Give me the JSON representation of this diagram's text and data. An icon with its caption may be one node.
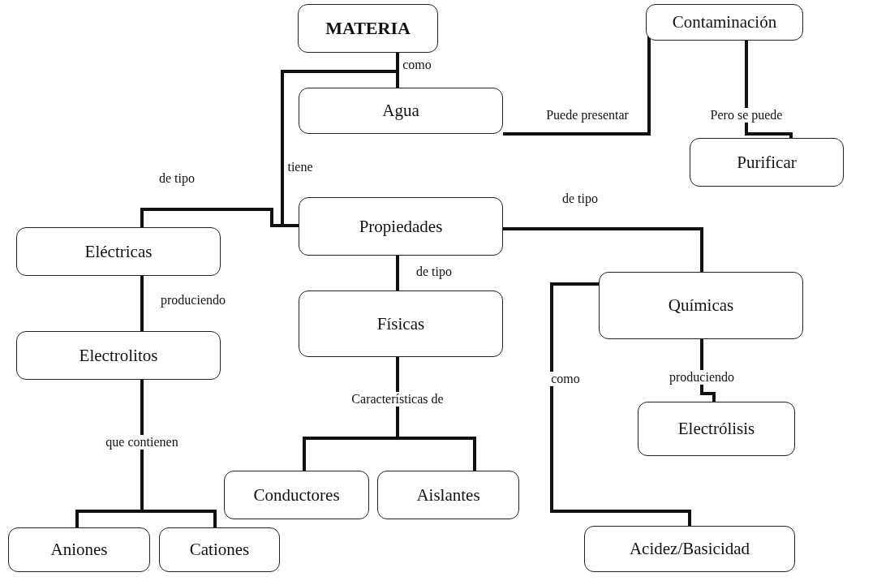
{
  "diagram": {
    "nodes": [
      {
        "text": [
          "MATERIA"
        ]
      },
      {
        "text": [
          "Contaminación"
        ]
      },
      {
        "text": [
          "Agua"
        ]
      },
      {
        "text": [
          "Purificar"
        ]
      },
      {
        "text": [
          "Propiedades"
        ]
      },
      {
        "text": [
          "Eléctricas"
        ]
      },
      {
        "text": [
          "Físicas"
        ]
      },
      {
        "text": [
          "Químicas"
        ]
      },
      {
        "text": [
          "Electrolitos"
        ]
      },
      {
        "text": [
          "Electrólisis"
        ]
      },
      {
        "text": [
          "Conductores"
        ]
      },
      {
        "text": [
          "Aislantes"
        ]
      },
      {
        "text": [
          "Aniones"
        ]
      },
      {
        "text": [
          "Cationes"
        ]
      },
      {
        "text": [
          "Acidez/Basicidad"
        ]
      }
    ],
    "edges": [
      {
        "from": 0,
        "to": 2,
        "arrow": "none",
        "label": "como"
      },
      {
        "from": 0,
        "to": 4,
        "arrow": "none",
        "label": "tiene"
      },
      {
        "from": 2,
        "to": 1,
        "arrow": "none",
        "label": "Puede presentar"
      },
      {
        "from": 1,
        "to": 3,
        "arrow": "none",
        "label": "Pero se puede"
      },
      {
        "from": 4,
        "to": 5,
        "arrow": "none",
        "label": "de tipo"
      },
      {
        "from": 4,
        "to": 7,
        "arrow": "none",
        "label": "de tipo"
      },
      {
        "from": 4,
        "to": 6,
        "arrow": "none",
        "label": "de tipo"
      },
      {
        "from": 5,
        "to": 8,
        "arrow": "none",
        "label": "produciendo"
      },
      {
        "from": 6,
        "to": 10,
        "arrow": "none",
        "label": "Características de"
      },
      {
        "from": 6,
        "to": 11,
        "arrow": "none"
      },
      {
        "from": 8,
        "to": 12,
        "arrow": "none",
        "label": "que contienen"
      },
      {
        "from": 8,
        "to": 13,
        "arrow": "none"
      },
      {
        "from": 7,
        "to": 9,
        "arrow": "none",
        "label": "produciendo"
      },
      {
        "from": 7,
        "to": 14,
        "arrow": "none",
        "label": "como"
      }
    ]
  }
}
